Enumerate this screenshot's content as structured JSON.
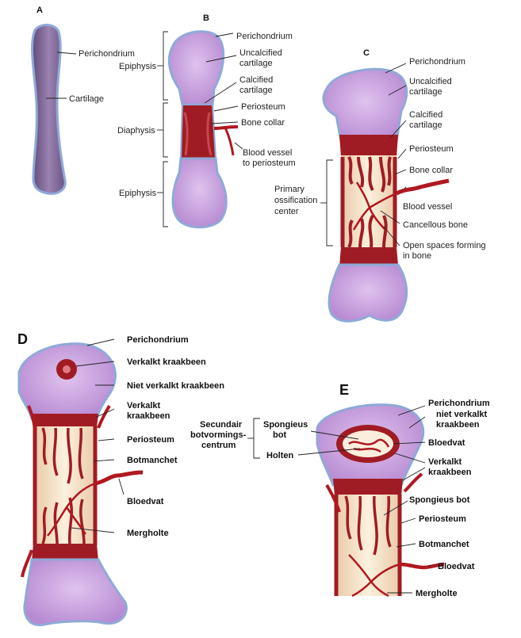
{
  "panels": {
    "a": {
      "letter": "A",
      "labels": {
        "perichondrium": "Perichondrium",
        "cartilage": "Cartilage"
      }
    },
    "b": {
      "letter": "B",
      "bracket_labels": {
        "epiphysis_top": "Epiphysis",
        "diaphysis": "Diaphysis",
        "epiphysis_bottom": "Epiphysis"
      },
      "labels": {
        "perichondrium": "Perichondrium",
        "uncalcified_1": "Uncalcified",
        "uncalcified_2": "cartilage",
        "calcified_1": "Calcified",
        "calcified_2": "cartilage",
        "periosteum": "Periosteum",
        "bone_collar": "Bone collar",
        "vessel_1": "Blood vessel",
        "vessel_2": "to periosteum"
      }
    },
    "c": {
      "letter": "C",
      "labels": {
        "perichondrium": "Perichondrium",
        "uncalcified_1": "Uncalcified",
        "uncalcified_2": "cartilage",
        "calcified_1": "Calcified",
        "calcified_2": "cartilage",
        "periosteum": "Periosteum",
        "bone_collar": "Bone collar",
        "blood_vessel": "Blood vessel",
        "cancellous": "Cancellous bone",
        "open_spaces_1": "Open spaces forming",
        "open_spaces_2": "in bone",
        "primary_1": "Primary",
        "primary_2": "ossification",
        "primary_3": "center"
      }
    },
    "d": {
      "letter": "D",
      "labels": {
        "perichondrium": "Perichondrium",
        "verkalkt_kraakbeen": "Verkalkt kraakbeen",
        "niet_verkalkt": "Niet verkalkt kraakbeen",
        "verkalkt_1": "Verkalkt",
        "verkalkt_2": "kraakbeen",
        "periosteum": "Periosteum",
        "botmanchet": "Botmanchet",
        "bloedvat": "Bloedvat",
        "mergholte": "Mergholte"
      }
    },
    "e": {
      "letter": "E",
      "labels": {
        "perichondrium": "Perichondrium",
        "niet_verkalkt_1": "niet verkalkt",
        "niet_verkalkt_2": "kraakbeen",
        "secundair_1": "Secundair",
        "secundair_2": "botvormings-",
        "secundair_3": "centrum",
        "spongieus_bot_1": "Spongieus",
        "spongieus_bot_2": "bot",
        "holten": "Holten",
        "bloedvat_top": "Bloedvat",
        "verkalkt_1": "Verkalkt",
        "verkalkt_2": "kraakbeen",
        "spongieus_bot": "Spongieus bot",
        "periosteum": "Periosteum",
        "botmanchet": "Botmanchet",
        "bloedvat_bottom": "Bloedvat",
        "mergholte": "Mergholte"
      }
    }
  },
  "colors": {
    "cartilage": "#c79bdc",
    "cartilage_dark": "#7a5f8f",
    "perichondrium": "#8fa9d8",
    "calcified": "#a01c24",
    "bone": "#f7e9cf",
    "vessel": "#b01820"
  }
}
